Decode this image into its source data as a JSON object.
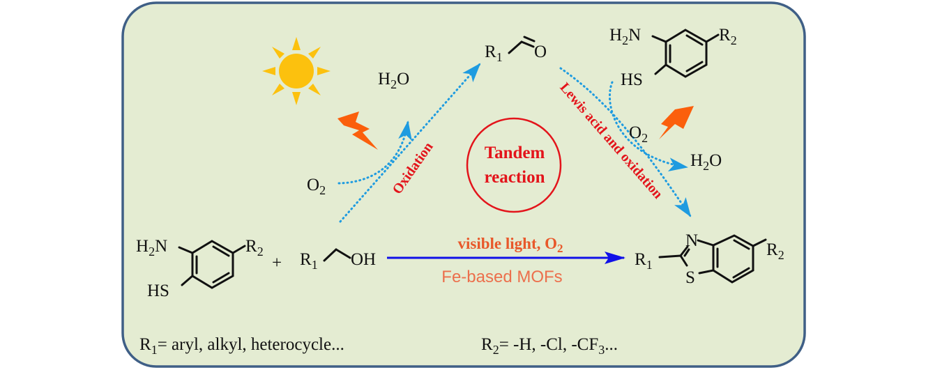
{
  "colors": {
    "background": "#e4ecd2",
    "border": "#3f5f86",
    "oxidation_text": "#e3141b",
    "dotted_arrow": "#1e9be0",
    "main_arrow": "#1010e8",
    "sun": "#fcc10e",
    "bolt": "#fb5f0c",
    "catalyst": "#ec6f4c"
  },
  "icons": [
    "sun-icon",
    "lightning-bolt-icon",
    "lightning-bolt-icon"
  ],
  "aminothiophenol": {
    "h": "H",
    "h_sub": "2",
    "n": "N",
    "thiol": "HS",
    "r": "R",
    "r_sub": "2"
  },
  "alcohol": {
    "plus": "+",
    "r": "R",
    "r_sub": "1",
    "oh": "OH"
  },
  "aldehyde": {
    "r": "R",
    "r_sub": "1",
    "o": "O"
  },
  "left_step": {
    "o2": "O",
    "o2_sub": "2",
    "h2o_h": "H",
    "h2o_sub": "2",
    "h2o_o": "O",
    "label": "Oxidation"
  },
  "right_step": {
    "o2": "O",
    "o2_sub": "2",
    "h2o_h": "H",
    "h2o_sub": "2",
    "h2o_o": "O",
    "label": "Lewis acid and oxidation"
  },
  "center": {
    "line1": "Tandem",
    "line2": "reaction"
  },
  "conditions": {
    "line1": "visible light, O",
    "line1_sub": "2",
    "line2": "Fe-based MOFs"
  },
  "product": {
    "r1": "R",
    "r1_sub": "1",
    "n": "N",
    "s": "S",
    "r2": "R",
    "r2_sub": "2"
  },
  "footnote": {
    "r1": "R",
    "r1_sub": "1",
    "r1_text": "= aryl, alkyl, heterocycle...",
    "r2": "R",
    "r2_sub": "2",
    "r2_text": "= -H, -Cl, -CF",
    "r2_sub3": "3",
    "r2_end": "..."
  }
}
